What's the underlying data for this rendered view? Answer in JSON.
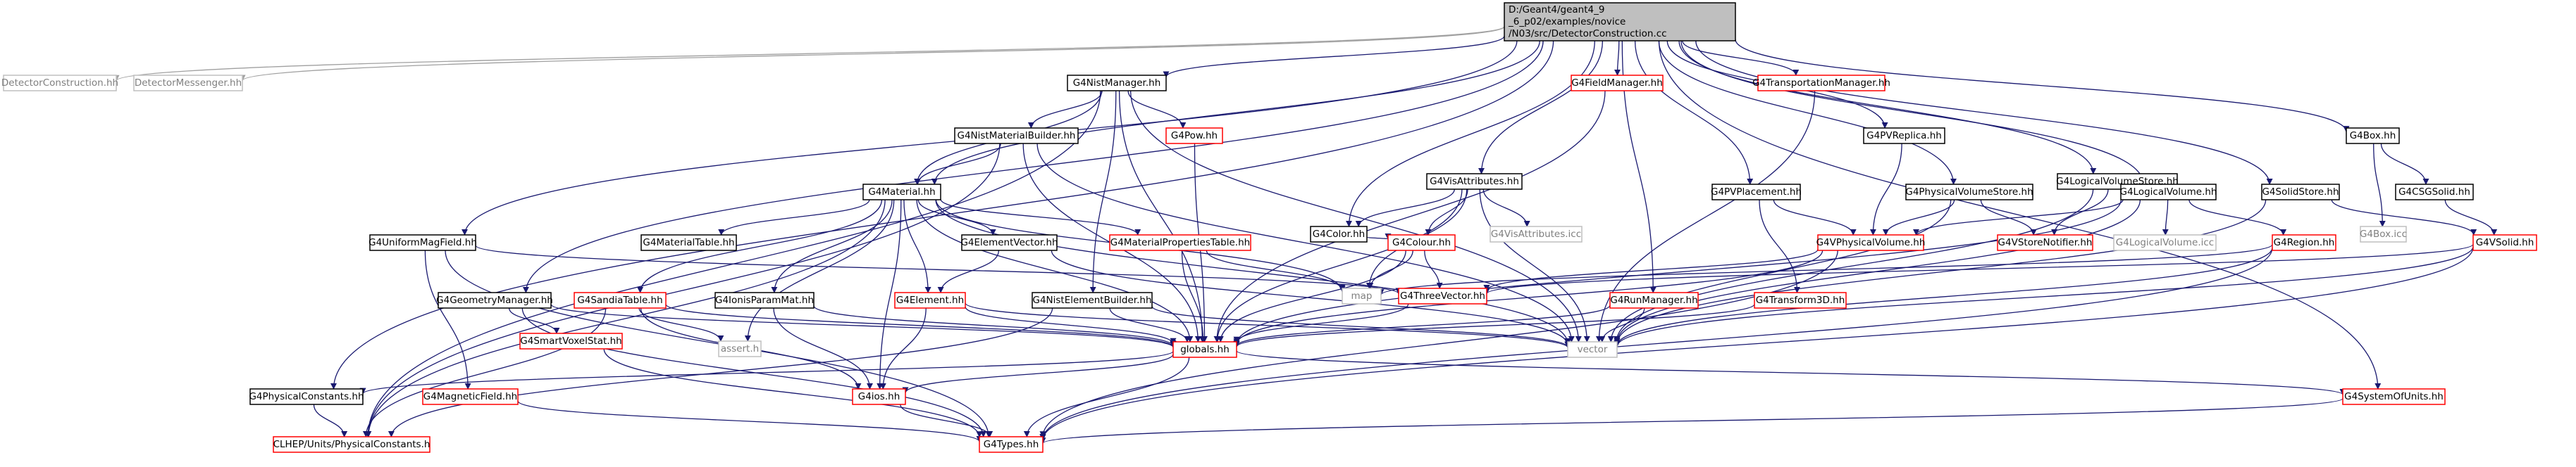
{
  "colors": {
    "edge": "#191970",
    "edge_light": "#a0a0a0",
    "root_fill": "#bfbfbf",
    "normal_border": "#000000",
    "missing_border": "#bfbfbf",
    "linked_border": "#ff0000",
    "text": "#000000",
    "missing_text": "#7f7f7f"
  },
  "graph": {
    "root_label": "D:/Geant4/geant4_9_6_p02/examples/novice/N03/src/DetectorConstruction.cc",
    "root_lines": [
      "D:/Geant4/geant4_9",
      "_6_p02/examples/novice",
      "/N03/src/DetectorConstruction.cc"
    ],
    "nodes": {
      "detector_construction_hh": {
        "label": "DetectorConstruction.hh",
        "kind": "missing"
      },
      "detector_messenger_hh": {
        "label": "DetectorMessenger.hh",
        "kind": "missing"
      },
      "g4nist_manager_hh": {
        "label": "G4NistManager.hh",
        "kind": "normal"
      },
      "g4field_manager_hh": {
        "label": "G4FieldManager.hh",
        "kind": "linked"
      },
      "g4transportation_manager_hh": {
        "label": "G4TransportationManager.hh",
        "kind": "linked"
      },
      "g4vis_attributes_hh": {
        "label": "G4VisAttributes.hh",
        "kind": "normal"
      },
      "g4pv_replica_hh": {
        "label": "G4PVReplica.hh",
        "kind": "normal"
      },
      "g4logical_volume_store_hh": {
        "label": "G4LogicalVolumeStore.hh",
        "kind": "normal"
      },
      "g4box_hh": {
        "label": "G4Box.hh",
        "kind": "normal"
      },
      "g4nist_material_builder_hh": {
        "label": "G4NistMaterialBuilder.hh",
        "kind": "normal"
      },
      "g4pow_hh": {
        "label": "G4Pow.hh",
        "kind": "linked"
      },
      "g4material_hh": {
        "label": "G4Material.hh",
        "kind": "normal"
      },
      "g4color_hh": {
        "label": "G4Color.hh",
        "kind": "normal"
      },
      "g4vis_attributes_icc": {
        "label": "G4VisAttributes.icc",
        "kind": "missing"
      },
      "g4pv_placement_hh": {
        "label": "G4PVPlacement.hh",
        "kind": "normal"
      },
      "g4physical_volume_store_hh": {
        "label": "G4PhysicalVolumeStore.hh",
        "kind": "normal"
      },
      "g4logical_volume_hh": {
        "label": "G4LogicalVolume.hh",
        "kind": "normal"
      },
      "g4solid_store_hh": {
        "label": "G4SolidStore.hh",
        "kind": "normal"
      },
      "g4box_icc": {
        "label": "G4Box.icc",
        "kind": "missing"
      },
      "g4csg_solid_hh": {
        "label": "G4CSGSolid.hh",
        "kind": "normal"
      },
      "g4uniform_mag_field_hh": {
        "label": "G4UniformMagField.hh",
        "kind": "normal"
      },
      "g4material_table_hh": {
        "label": "G4MaterialTable.hh",
        "kind": "normal"
      },
      "g4element_vector_hh": {
        "label": "G4ElementVector.hh",
        "kind": "normal"
      },
      "g4material_properties_table_hh": {
        "label": "G4MaterialPropertiesTable.hh",
        "kind": "linked"
      },
      "g4colour_hh": {
        "label": "G4Colour.hh",
        "kind": "linked"
      },
      "g4vphysical_volume_hh": {
        "label": "G4VPhysicalVolume.hh",
        "kind": "linked"
      },
      "g4vstore_notifier_hh": {
        "label": "G4VStoreNotifier.hh",
        "kind": "linked"
      },
      "g4logical_volume_icc": {
        "label": "G4LogicalVolume.icc",
        "kind": "missing"
      },
      "g4region_hh": {
        "label": "G4Region.hh",
        "kind": "linked"
      },
      "g4vsolid_hh": {
        "label": "G4VSolid.hh",
        "kind": "linked"
      },
      "map": {
        "label": "map",
        "kind": "missing"
      },
      "g4geometry_manager_hh": {
        "label": "G4GeometryManager.hh",
        "kind": "normal"
      },
      "g4sandia_table_hh": {
        "label": "G4SandiaTable.hh",
        "kind": "linked"
      },
      "g4ionis_param_mat_hh": {
        "label": "G4IonisParamMat.hh",
        "kind": "normal"
      },
      "g4element_hh": {
        "label": "G4Element.hh",
        "kind": "linked"
      },
      "g4nist_element_builder_hh": {
        "label": "G4NistElementBuilder.hh",
        "kind": "normal"
      },
      "g4three_vector_hh": {
        "label": "G4ThreeVector.hh",
        "kind": "linked"
      },
      "g4run_manager_hh": {
        "label": "G4RunManager.hh",
        "kind": "linked"
      },
      "g4transform3d_hh": {
        "label": "G4Transform3D.hh",
        "kind": "linked"
      },
      "g4smart_voxel_stat_hh": {
        "label": "G4SmartVoxelStat.hh",
        "kind": "linked"
      },
      "assert_h": {
        "label": "assert.h",
        "kind": "missing"
      },
      "globals_hh": {
        "label": "globals.hh",
        "kind": "linked"
      },
      "vector": {
        "label": "vector",
        "kind": "missing"
      },
      "g4physical_constants_hh": {
        "label": "G4PhysicalConstants.hh",
        "kind": "normal"
      },
      "g4magnetic_field_hh": {
        "label": "G4MagneticField.hh",
        "kind": "linked"
      },
      "g4ios_hh": {
        "label": "G4ios.hh",
        "kind": "linked"
      },
      "g4system_of_units_hh": {
        "label": "G4SystemOfUnits.hh",
        "kind": "linked"
      },
      "clhep_physical_constants_h": {
        "label": "CLHEP/Units/PhysicalConstants.h",
        "kind": "linked"
      },
      "g4types_hh": {
        "label": "G4Types.hh",
        "kind": "linked"
      }
    },
    "edges": [
      [
        "root",
        "detector_construction_hh"
      ],
      [
        "root",
        "detector_messenger_hh"
      ],
      [
        "root",
        "g4nist_manager_hh"
      ],
      [
        "root",
        "g4field_manager_hh"
      ],
      [
        "root",
        "g4transportation_manager_hh"
      ],
      [
        "root",
        "g4vis_attributes_hh"
      ],
      [
        "root",
        "g4pv_replica_hh"
      ],
      [
        "root",
        "g4logical_volume_store_hh"
      ],
      [
        "root",
        "g4box_hh"
      ],
      [
        "root",
        "g4material_hh"
      ],
      [
        "root",
        "g4color_hh"
      ],
      [
        "root",
        "g4pv_placement_hh"
      ],
      [
        "root",
        "g4physical_volume_store_hh"
      ],
      [
        "root",
        "g4logical_volume_hh"
      ],
      [
        "root",
        "g4solid_store_hh"
      ],
      [
        "root",
        "g4uniform_mag_field_hh"
      ],
      [
        "root",
        "g4geometry_manager_hh"
      ],
      [
        "root",
        "g4run_manager_hh"
      ],
      [
        "root",
        "g4physical_constants_hh"
      ],
      [
        "root",
        "g4system_of_units_hh"
      ],
      [
        "g4nist_manager_hh",
        "g4nist_material_builder_hh"
      ],
      [
        "g4nist_manager_hh",
        "g4pow_hh"
      ],
      [
        "g4nist_manager_hh",
        "g4material_hh"
      ],
      [
        "g4nist_manager_hh",
        "g4nist_element_builder_hh"
      ],
      [
        "g4nist_manager_hh",
        "globals_hh"
      ],
      [
        "g4nist_manager_hh",
        "vector"
      ],
      [
        "g4nist_manager_hh",
        "clhep_physical_constants_h"
      ],
      [
        "g4nist_material_builder_hh",
        "g4material_hh"
      ],
      [
        "g4nist_material_builder_hh",
        "globals_hh"
      ],
      [
        "g4nist_material_builder_hh",
        "vector"
      ],
      [
        "g4nist_material_builder_hh",
        "clhep_physical_constants_h"
      ],
      [
        "g4pow_hh",
        "globals_hh"
      ],
      [
        "g4vis_attributes_hh",
        "g4color_hh"
      ],
      [
        "g4vis_attributes_hh",
        "g4vis_attributes_icc"
      ],
      [
        "g4vis_attributes_hh",
        "g4colour_hh"
      ],
      [
        "g4vis_attributes_hh",
        "vector"
      ],
      [
        "g4vis_attributes_hh",
        "map"
      ],
      [
        "g4vis_attributes_hh",
        "globals_hh"
      ],
      [
        "g4color_hh",
        "g4colour_hh"
      ],
      [
        "g4colour_hh",
        "g4three_vector_hh"
      ],
      [
        "g4colour_hh",
        "map"
      ],
      [
        "g4colour_hh",
        "globals_hh"
      ],
      [
        "g4field_manager_hh",
        "globals_hh"
      ],
      [
        "g4transportation_manager_hh",
        "vector"
      ],
      [
        "g4pv_replica_hh",
        "g4vphysical_volume_hh"
      ],
      [
        "g4pv_placement_hh",
        "g4vphysical_volume_hh"
      ],
      [
        "g4pv_placement_hh",
        "g4transform3d_hh"
      ],
      [
        "g4physical_volume_store_hh",
        "g4vphysical_volume_hh"
      ],
      [
        "g4physical_volume_store_hh",
        "g4vstore_notifier_hh"
      ],
      [
        "g4physical_volume_store_hh",
        "vector"
      ],
      [
        "g4logical_volume_store_hh",
        "g4logical_volume_hh"
      ],
      [
        "g4logical_volume_store_hh",
        "g4vstore_notifier_hh"
      ],
      [
        "g4logical_volume_store_hh",
        "vector"
      ],
      [
        "g4logical_volume_hh",
        "g4region_hh"
      ],
      [
        "g4logical_volume_hh",
        "g4logical_volume_icc"
      ],
      [
        "g4logical_volume_hh",
        "g4vphysical_volume_hh"
      ],
      [
        "g4logical_volume_hh",
        "vector"
      ],
      [
        "g4logical_volume_hh",
        "globals_hh"
      ],
      [
        "g4solid_store_hh",
        "g4vsolid_hh"
      ],
      [
        "g4solid_store_hh",
        "vector"
      ],
      [
        "g4box_hh",
        "g4box_icc"
      ],
      [
        "g4box_hh",
        "g4csg_solid_hh"
      ],
      [
        "g4csg_solid_hh",
        "g4vsolid_hh"
      ],
      [
        "g4vsolid_hh",
        "g4three_vector_hh"
      ],
      [
        "g4vsolid_hh",
        "vector"
      ],
      [
        "g4vsolid_hh",
        "g4types_hh"
      ],
      [
        "g4region_hh",
        "vector"
      ],
      [
        "g4region_hh",
        "map"
      ],
      [
        "g4region_hh",
        "g4types_hh"
      ],
      [
        "g4vphysical_volume_hh",
        "globals_hh"
      ],
      [
        "g4vphysical_volume_hh",
        "g4three_vector_hh"
      ],
      [
        "g4vphysical_volume_hh",
        "g4types_hh"
      ],
      [
        "g4material_hh",
        "g4material_table_hh"
      ],
      [
        "g4material_hh",
        "g4element_vector_hh"
      ],
      [
        "g4material_hh",
        "g4material_properties_table_hh"
      ],
      [
        "g4material_hh",
        "g4sandia_table_hh"
      ],
      [
        "g4material_hh",
        "g4ionis_param_mat_hh"
      ],
      [
        "g4material_hh",
        "g4element_hh"
      ],
      [
        "g4material_hh",
        "map"
      ],
      [
        "g4material_hh",
        "vector"
      ],
      [
        "g4material_hh",
        "globals_hh"
      ],
      [
        "g4material_hh",
        "g4ios_hh"
      ],
      [
        "g4material_hh",
        "assert_h"
      ],
      [
        "g4material_hh",
        "clhep_physical_constants_h"
      ],
      [
        "g4element_vector_hh",
        "g4element_hh"
      ],
      [
        "g4element_vector_hh",
        "vector"
      ],
      [
        "g4material_properties_table_hh",
        "map"
      ],
      [
        "g4material_properties_table_hh",
        "globals_hh"
      ],
      [
        "g4element_hh",
        "globals_hh"
      ],
      [
        "g4element_hh",
        "g4ios_hh"
      ],
      [
        "g4element_hh",
        "vector"
      ],
      [
        "g4ionis_param_mat_hh",
        "globals_hh"
      ],
      [
        "g4ionis_param_mat_hh",
        "g4ios_hh"
      ],
      [
        "g4sandia_table_hh",
        "globals_hh"
      ],
      [
        "g4sandia_table_hh",
        "assert_h"
      ],
      [
        "g4sandia_table_hh",
        "g4ios_hh"
      ],
      [
        "g4sandia_table_hh",
        "clhep_physical_constants_h"
      ],
      [
        "g4nist_element_builder_hh",
        "globals_hh"
      ],
      [
        "g4nist_element_builder_hh",
        "vector"
      ],
      [
        "g4nist_element_builder_hh",
        "clhep_physical_constants_h"
      ],
      [
        "g4uniform_mag_field_hh",
        "g4magnetic_field_hh"
      ],
      [
        "g4uniform_mag_field_hh",
        "g4three_vector_hh"
      ],
      [
        "g4uniform_mag_field_hh",
        "g4types_hh"
      ],
      [
        "g4geometry_manager_hh",
        "g4smart_voxel_stat_hh"
      ],
      [
        "g4geometry_manager_hh",
        "globals_hh"
      ],
      [
        "g4geometry_manager_hh",
        "g4types_hh"
      ],
      [
        "g4smart_voxel_stat_hh",
        "g4types_hh"
      ],
      [
        "g4three_vector_hh",
        "globals_hh"
      ],
      [
        "g4run_manager_hh",
        "globals_hh"
      ],
      [
        "g4run_manager_hh",
        "vector"
      ],
      [
        "g4transform3d_hh",
        "globals_hh"
      ],
      [
        "globals_hh",
        "g4ios_hh"
      ],
      [
        "globals_hh",
        "g4types_hh"
      ],
      [
        "globals_hh",
        "g4physical_constants_hh"
      ],
      [
        "globals_hh",
        "g4system_of_units_hh"
      ],
      [
        "g4physical_constants_hh",
        "clhep_physical_constants_h"
      ],
      [
        "g4magnetic_field_hh",
        "g4types_hh"
      ],
      [
        "g4ios_hh",
        "g4types_hh"
      ],
      [
        "g4system_of_units_hh",
        "g4types_hh"
      ]
    ]
  }
}
